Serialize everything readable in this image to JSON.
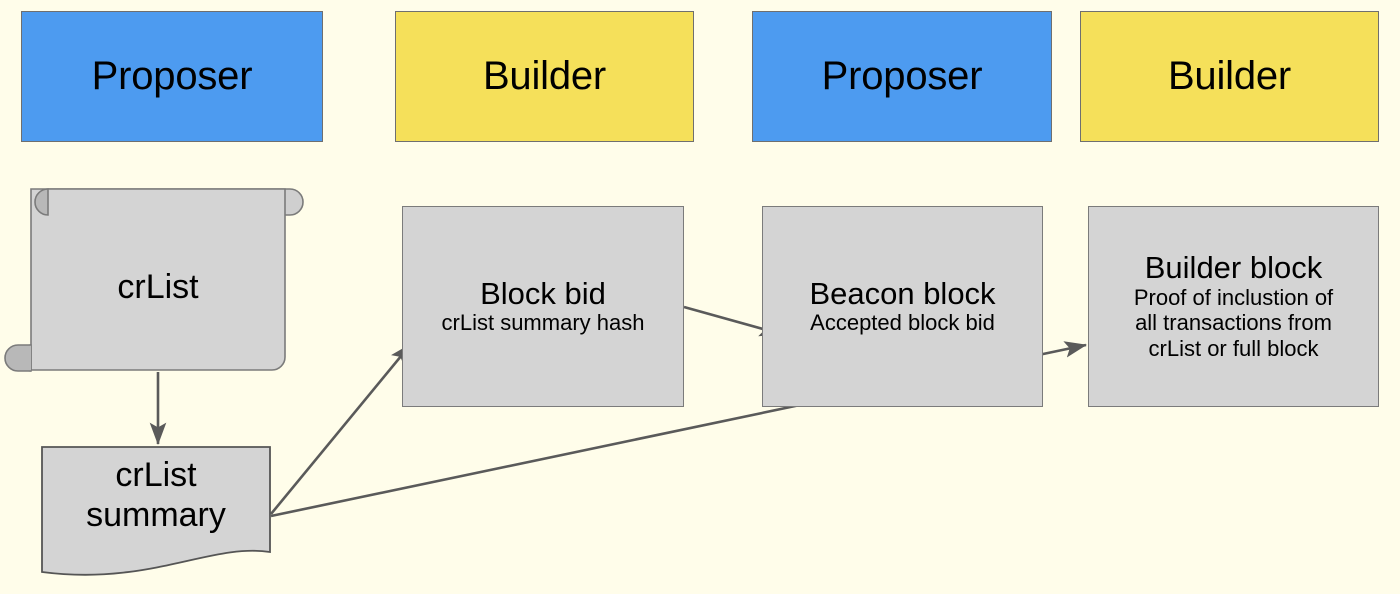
{
  "diagram": {
    "title": "crList / Block bid proposer-builder flow",
    "background_color": "#fffdea",
    "colors": {
      "proposer": "#4d9bf0",
      "builder": "#f5e05a",
      "node_grey": "#d4d4d4",
      "border_grey": "#7b7b7b",
      "edge_grey": "#5a5a5a",
      "text": "#000000"
    }
  },
  "lanes": [
    {
      "id": "lane-proposer-1",
      "label": "Proposer",
      "role": "proposer"
    },
    {
      "id": "lane-builder-1",
      "label": "Builder",
      "role": "builder"
    },
    {
      "id": "lane-proposer-2",
      "label": "Proposer",
      "role": "proposer"
    },
    {
      "id": "lane-builder-2",
      "label": "Builder",
      "role": "builder"
    }
  ],
  "nodes": {
    "crlist": {
      "id": "crlist",
      "shape": "scroll",
      "title": "crList",
      "subtitle": ""
    },
    "crlist_summary": {
      "id": "crlist-summary",
      "shape": "document",
      "line1": "crList",
      "line2": "summary"
    },
    "block_bid": {
      "id": "block-bid",
      "shape": "rectangle",
      "title": "Block bid",
      "subtitle": "crList summary hash"
    },
    "beacon_block": {
      "id": "beacon-block",
      "shape": "rectangle",
      "title": "Beacon block",
      "subtitle": "Accepted block bid"
    },
    "builder_block": {
      "id": "builder-block",
      "shape": "rectangle",
      "title": "Builder block",
      "subtitle_lines": [
        "Proof of inclustion of",
        "all transactions from",
        "crList or full block"
      ]
    }
  },
  "edges": [
    {
      "id": "edge-crlist-to-summary",
      "from": "crlist",
      "to": "crlist_summary",
      "label": ""
    },
    {
      "id": "edge-summary-to-block-bid",
      "from": "crlist_summary",
      "to": "block_bid",
      "label": ""
    },
    {
      "id": "edge-block-bid-to-beacon",
      "from": "block_bid",
      "to": "beacon_block",
      "label": ""
    },
    {
      "id": "edge-summary-to-builder-block",
      "from": "crlist_summary",
      "to": "builder_block",
      "label": ""
    }
  ]
}
